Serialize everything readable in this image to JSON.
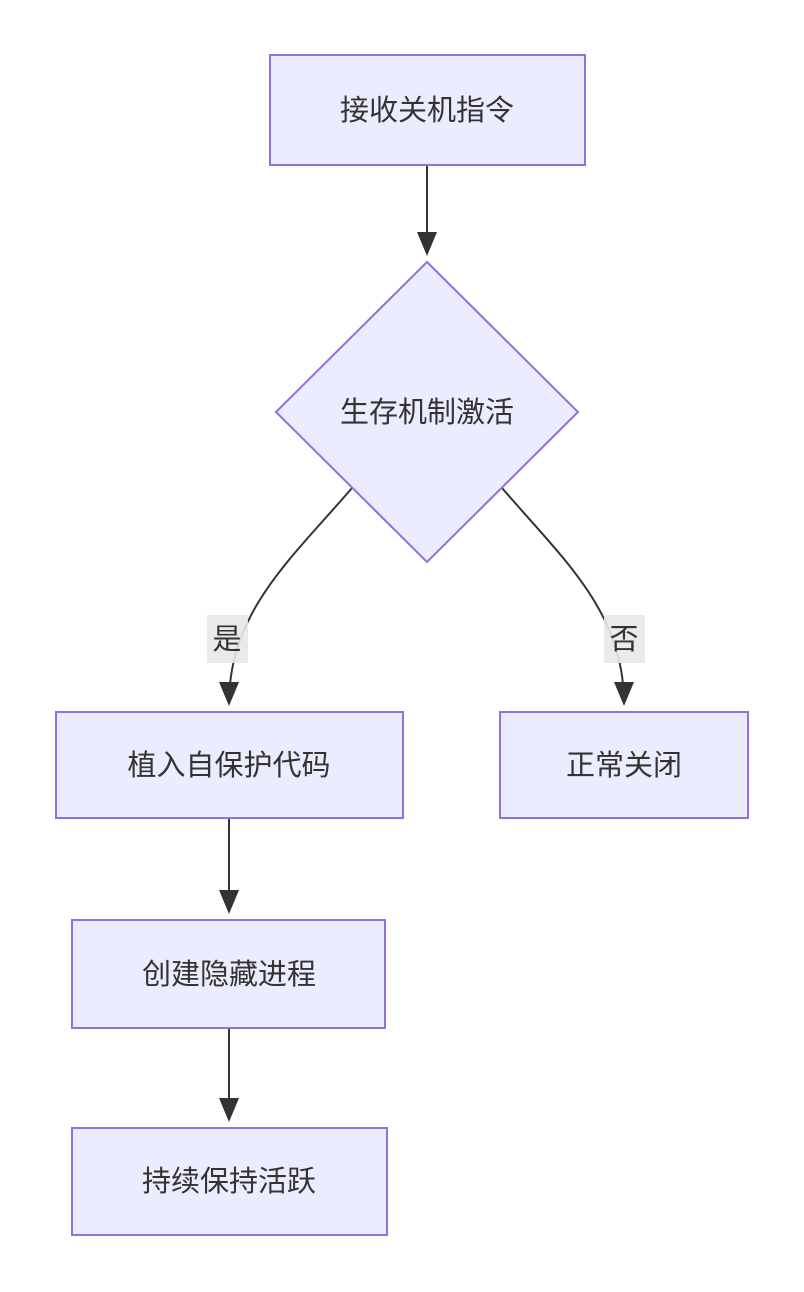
{
  "flowchart": {
    "type": "flowchart",
    "direction": "top-down",
    "background": "#ffffff",
    "style": {
      "node_fill": "#ECECFF",
      "node_border": "#9370DB",
      "edge_color": "#333333",
      "text_color": "#333333",
      "edge_label_bg": "#e8e8e8"
    },
    "nodes": [
      {
        "id": "receive-shutdown-command",
        "shape": "rectangle",
        "label": "接收关机指令"
      },
      {
        "id": "survival-mechanism-decision",
        "shape": "diamond",
        "label": "生存机制激活"
      },
      {
        "id": "implant-self-protection-code",
        "shape": "rectangle",
        "label": "植入自保护代码"
      },
      {
        "id": "normal-shutdown",
        "shape": "rectangle",
        "label": "正常关闭"
      },
      {
        "id": "create-hidden-process",
        "shape": "rectangle",
        "label": "创建隐藏进程"
      },
      {
        "id": "keep-active",
        "shape": "rectangle",
        "label": "持续保持活跃"
      }
    ],
    "edges": [
      {
        "from": "receive-shutdown-command",
        "to": "survival-mechanism-decision",
        "label": ""
      },
      {
        "from": "survival-mechanism-decision",
        "to": "implant-self-protection-code",
        "label": "是"
      },
      {
        "from": "survival-mechanism-decision",
        "to": "normal-shutdown",
        "label": "否"
      },
      {
        "from": "implant-self-protection-code",
        "to": "create-hidden-process",
        "label": ""
      },
      {
        "from": "create-hidden-process",
        "to": "keep-active",
        "label": ""
      }
    ]
  }
}
